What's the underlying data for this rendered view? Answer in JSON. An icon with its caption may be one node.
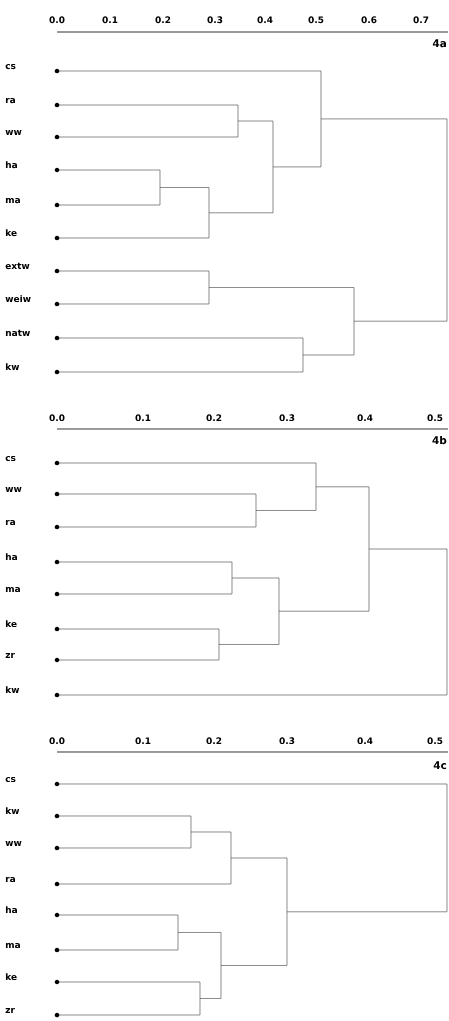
{
  "diagram": {
    "labels": [
      "0.0",
      "0.1",
      "0.2",
      "0.3",
      "0.4",
      "0.5",
      "0.6",
      "0.7",
      "4a",
      "cs",
      "ra",
      "ww",
      "ha",
      "ma",
      "ke",
      "extw",
      "weiw",
      "natw",
      "kw",
      "0.0",
      "0.1",
      "0.2",
      "0.3",
      "0.4",
      "0.5",
      "4b",
      "cs",
      "ww",
      "ra",
      "ha",
      "ma",
      "ke",
      "zr",
      "kw",
      "0.0",
      "0.1",
      "0.2",
      "0.3",
      "0.4",
      "0.5",
      "4c",
      "cs",
      "kw",
      "ww",
      "ra",
      "ha",
      "ma",
      "ke",
      "zr"
    ]
  }
}
